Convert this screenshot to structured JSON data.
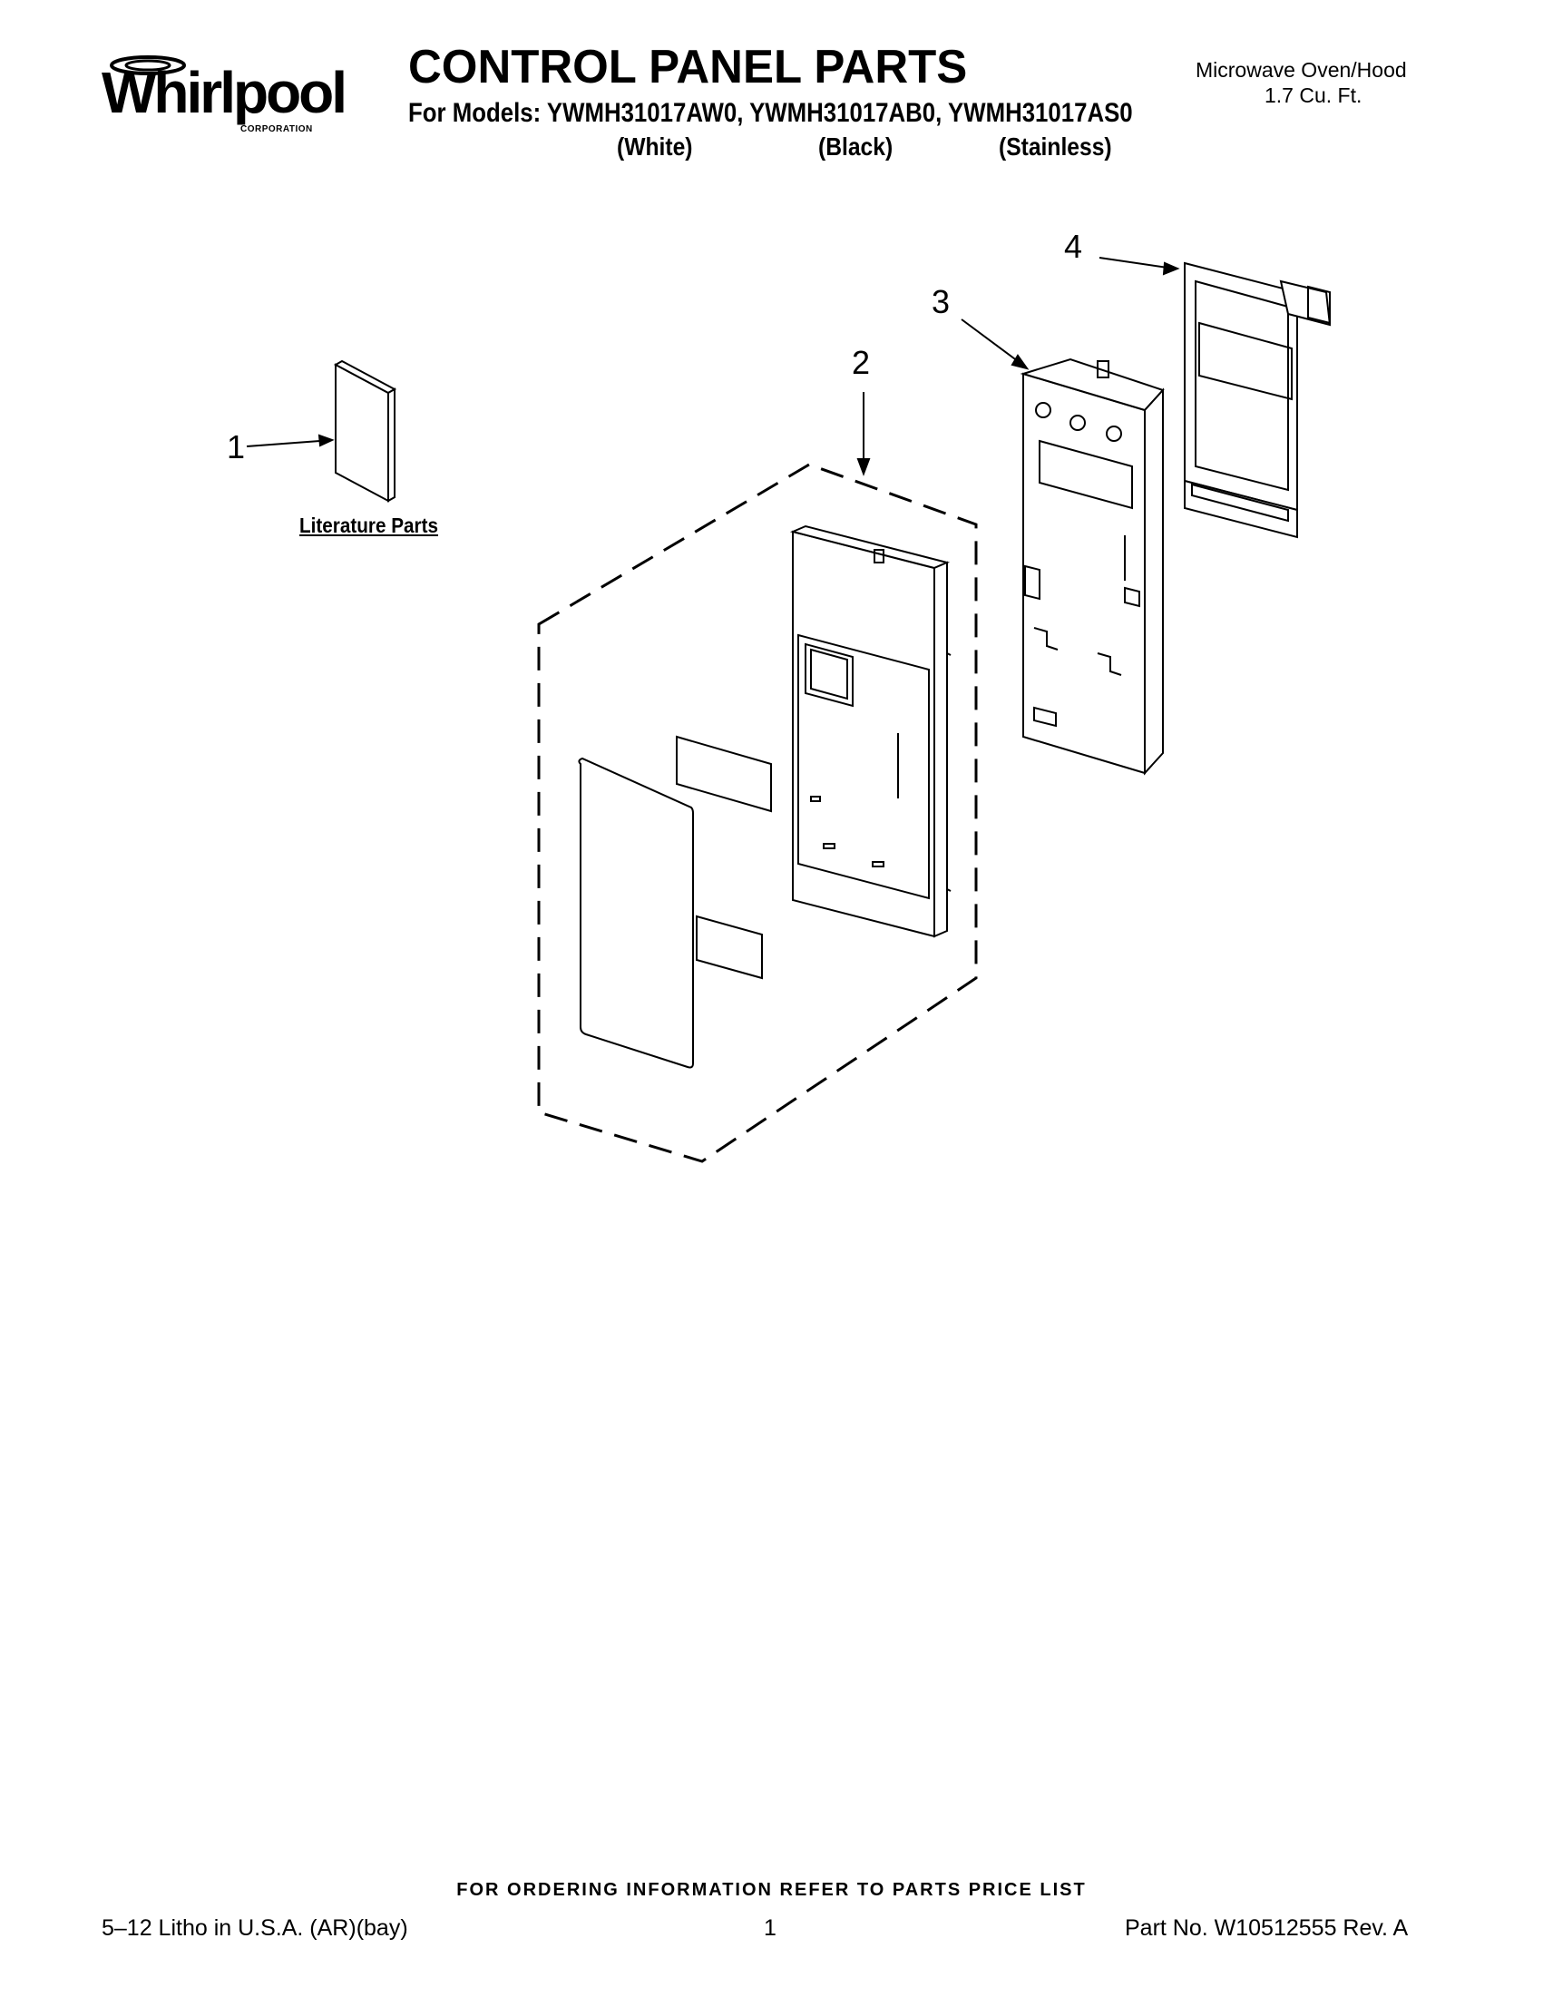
{
  "header": {
    "brand": "Whirlpool",
    "brand_sub": "CORPORATION",
    "title": "CONTROL PANEL PARTS",
    "models_line": "For Models: YWMH31017AW0, YWMH31017AB0, YWMH31017AS0",
    "variants": [
      "(White)",
      "(Black)",
      "(Stainless)"
    ],
    "product_type": "Microwave Oven/Hood",
    "capacity": "1.7 Cu. Ft."
  },
  "diagram": {
    "callouts": [
      "1",
      "2",
      "3",
      "4"
    ],
    "literature_label": "Literature Parts"
  },
  "footer": {
    "ordering_info": "FOR ORDERING INFORMATION REFER TO PARTS PRICE LIST",
    "litho": "5–12 Litho in U.S.A. (AR)(bay)",
    "page_number": "1",
    "part_number": "Part No. W10512555 Rev. A"
  }
}
